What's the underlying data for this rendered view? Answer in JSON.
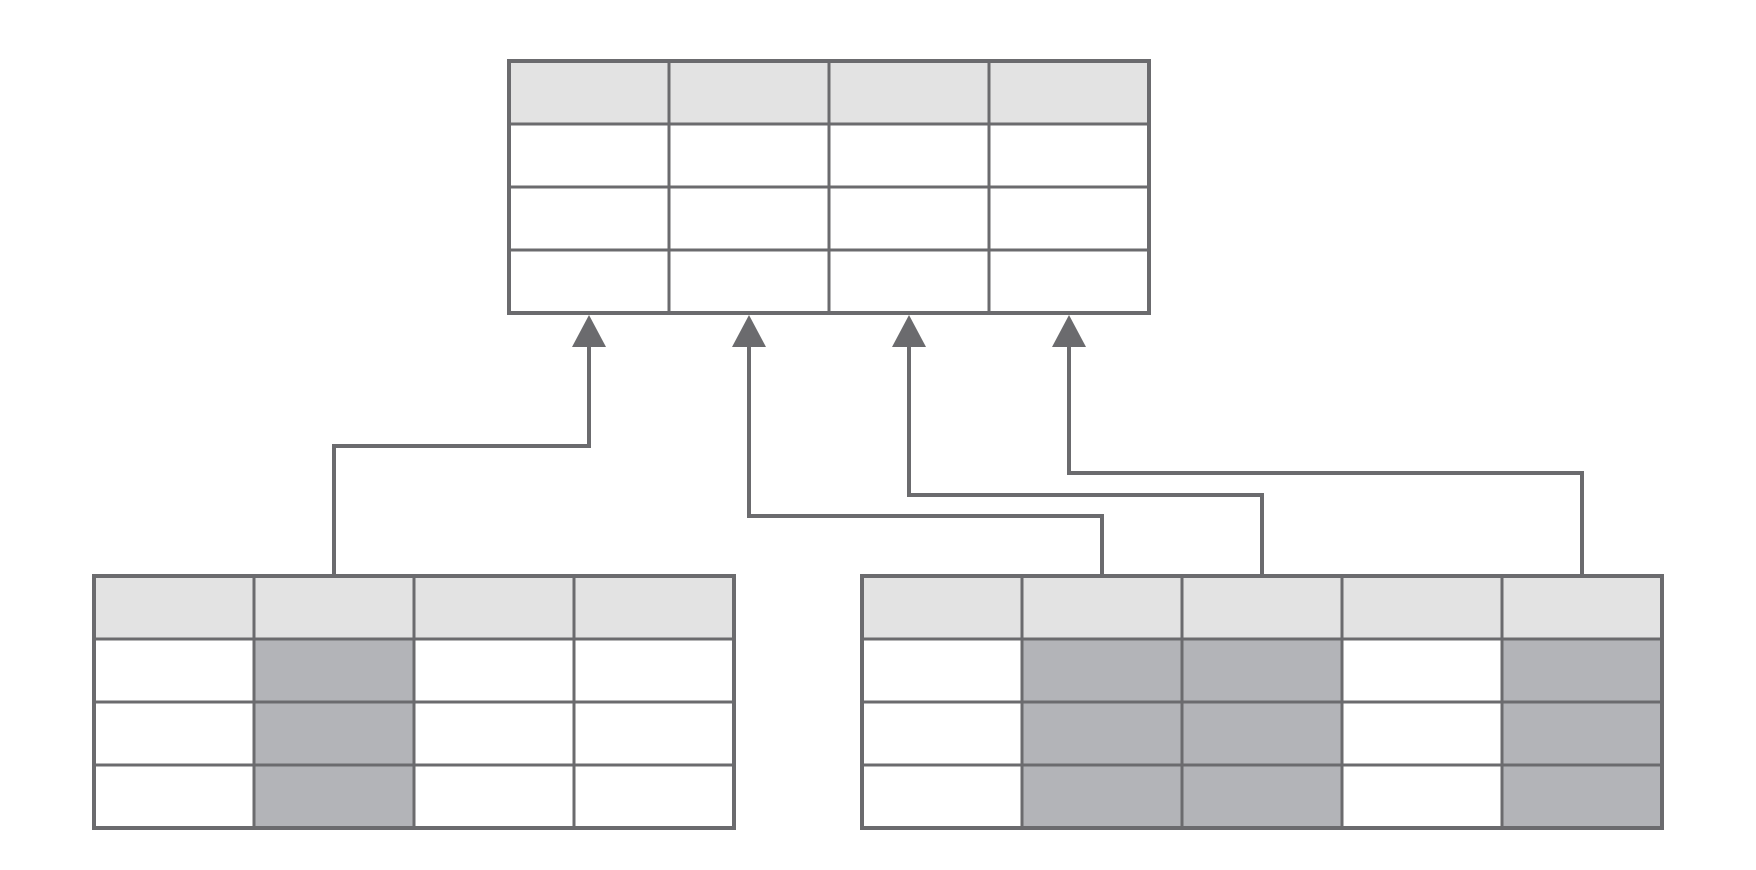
{
  "colors": {
    "line": "#6b6b6e",
    "header_cell": "#e3e3e3",
    "body_cell": "#ffffff",
    "highlighted_cell": "#b3b4b8"
  },
  "target_table": {
    "columns": 4,
    "body_rows": 3,
    "highlighted_columns": []
  },
  "source_tables": [
    {
      "columns": 4,
      "body_rows": 3,
      "highlighted_columns": [
        1
      ]
    },
    {
      "columns": 5,
      "body_rows": 3,
      "highlighted_columns": [
        1,
        2,
        4
      ]
    }
  ],
  "mappings": [
    {
      "source_table": 0,
      "source_column": 1,
      "target_column": 0
    },
    {
      "source_table": 1,
      "source_column": 1,
      "target_column": 1
    },
    {
      "source_table": 1,
      "source_column": 2,
      "target_column": 2
    },
    {
      "source_table": 1,
      "source_column": 4,
      "target_column": 3
    }
  ]
}
